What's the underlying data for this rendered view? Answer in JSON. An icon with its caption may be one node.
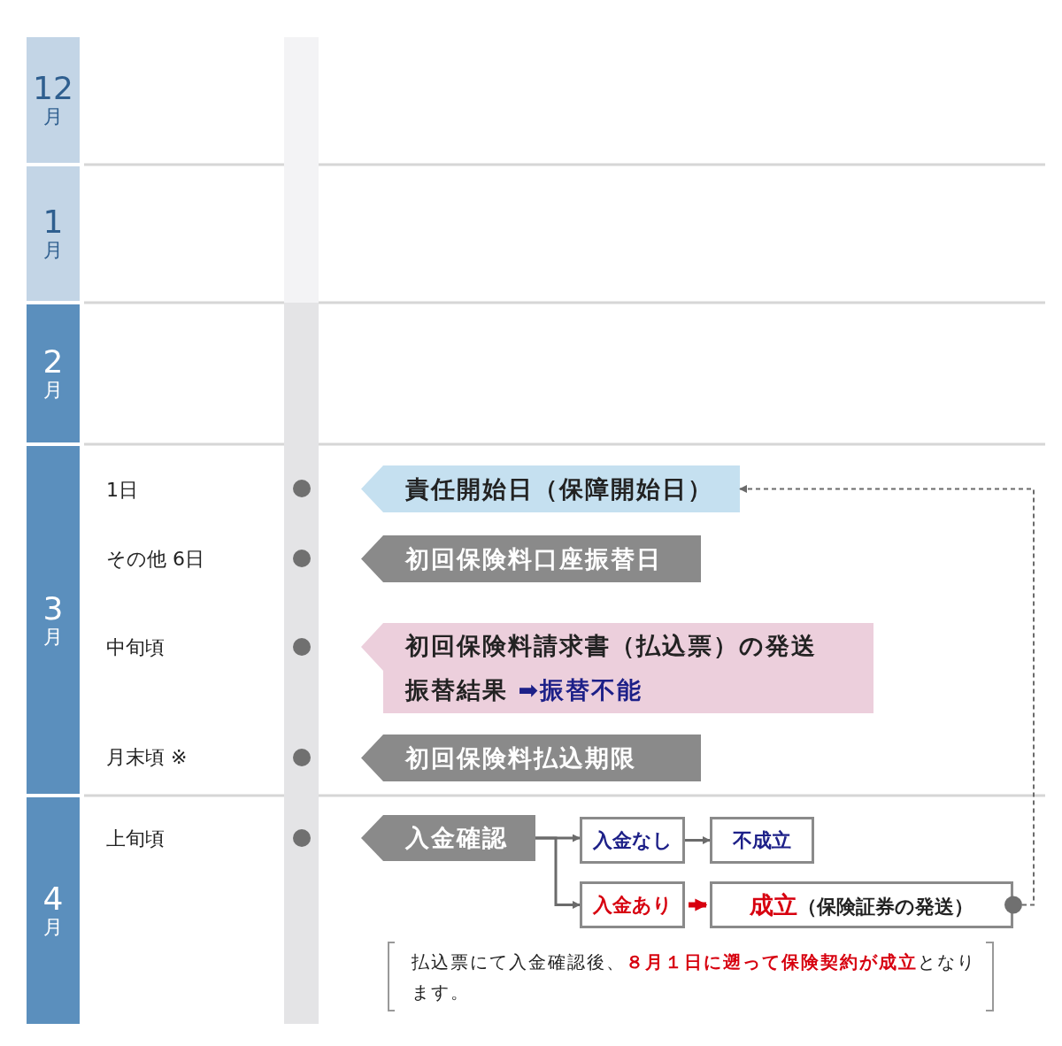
{
  "diagram": {
    "nodes": [
      {
        "text": [
          "12",
          "月"
        ]
      },
      {
        "text": [
          "1",
          "月"
        ]
      },
      {
        "text": [
          "2",
          "月"
        ]
      },
      {
        "text": [
          "3",
          "月"
        ]
      },
      {
        "text": [
          "4",
          "月"
        ]
      },
      {
        "text": [
          "責任開始日（保障開始日）"
        ]
      },
      {
        "text": [
          "初回保険料口座振替日"
        ]
      },
      {
        "text": [
          "初回保険料請求書（払込票）の発送",
          "振替結果 **➡振替不能**"
        ]
      },
      {
        "text": [
          "初回保険料払込期限"
        ]
      },
      {
        "text": [
          "入金確認"
        ]
      },
      {
        "text": [
          "入金なし"
        ]
      },
      {
        "text": [
          "不成立"
        ]
      },
      {
        "text": [
          "入金あり"
        ]
      },
      {
        "text": [
          "**成立**（保険証券の発送）"
        ]
      }
    ],
    "edges": [
      {
        "from": 9,
        "to": 10,
        "arrow": "to"
      },
      {
        "from": 9,
        "to": 12,
        "arrow": "to"
      },
      {
        "from": 10,
        "to": 11,
        "arrow": "to"
      },
      {
        "from": 12,
        "to": 13,
        "arrow": "to",
        "style": "thick",
        "color": "#d7000f"
      },
      {
        "from": 13,
        "to": 5,
        "arrow": "to",
        "style": "dashed"
      }
    ],
    "labels": [
      "1日",
      "その他 6日",
      "中旬頃",
      "月末頃 ※",
      "上旬頃",
      "払込票にて入金確認後、**８月１日に遡って保険契約が成立**となります。"
    ]
  }
}
